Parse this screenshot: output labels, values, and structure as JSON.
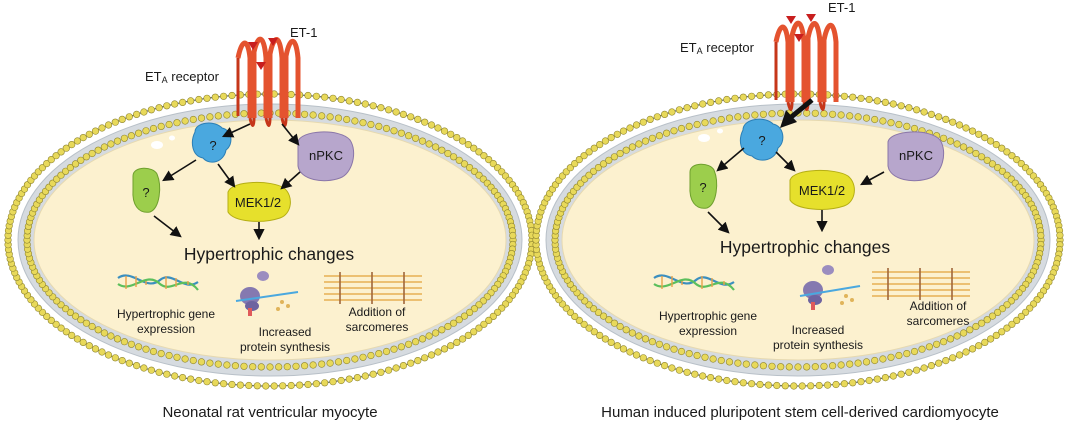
{
  "colors": {
    "membrane_outer": "#5c6873",
    "phospholipid_head": "#e8d95a",
    "phospholipid_tail": "#c3cad1",
    "cytoplasm": "#fcf1cf",
    "receptor": "#e4532f",
    "ligand": "#c81e1e",
    "unknown_blue": "#4aa8df",
    "unknown_green": "#9cce4c",
    "npkc": "#b7a6cc",
    "mek": "#e6e02c"
  },
  "panels": [
    {
      "caption": "Neonatal rat ventricular myocyte",
      "ligand": "ET-1",
      "receptor": {
        "prefix": "ET",
        "subscript": "A",
        "suffix": " receptor"
      },
      "unknown_blue": "?",
      "unknown_green": "?",
      "npkc": "nPKC",
      "mek": "MEK1/2",
      "outcome": "Hypertrophic changes",
      "effects": {
        "gene": [
          "Hypertrophic gene",
          "expression"
        ],
        "protein": [
          "Increased",
          "protein synthesis"
        ],
        "sarcomere": [
          "Addition of",
          "sarcomeres"
        ]
      }
    },
    {
      "caption": "Human induced pluripotent stem cell-derived cardiomyocyte",
      "ligand": "ET-1",
      "receptor": {
        "prefix": "ET",
        "subscript": "A",
        "suffix": " receptor"
      },
      "unknown_blue": "?",
      "unknown_green": "?",
      "npkc": "nPKC",
      "mek": "MEK1/2",
      "outcome": "Hypertrophic changes",
      "effects": {
        "gene": [
          "Hypertrophic gene",
          "expression"
        ],
        "protein": [
          "Increased",
          "protein synthesis"
        ],
        "sarcomere": [
          "Addition of",
          "sarcomeres"
        ]
      }
    }
  ]
}
